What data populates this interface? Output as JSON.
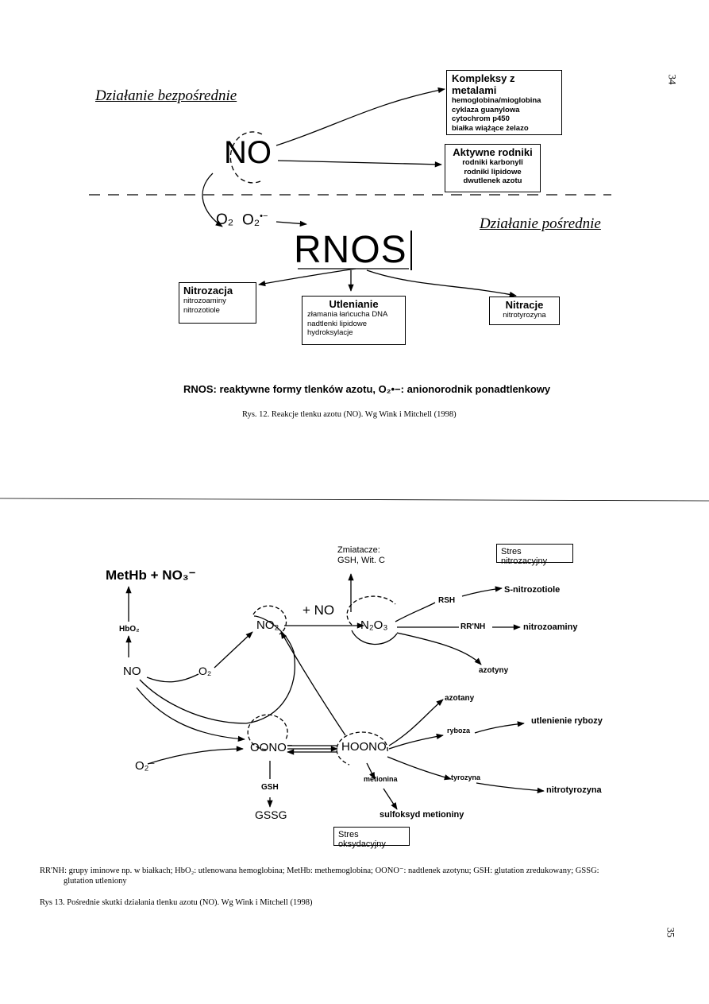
{
  "page_numbers": {
    "top": "34",
    "bottom": "35"
  },
  "fig12": {
    "direct_heading": "Działanie bezpośrednie",
    "indirect_heading": "Działanie pośrednie",
    "no": "NO",
    "o2": "O₂",
    "o2_radical": "O₂",
    "o2_radical_sup": "•−",
    "rnos": "RNOS",
    "box_complexes": {
      "title": "Kompleksy z metalami",
      "lines": [
        "hemoglobina/mioglobina",
        "cyklaza guanylowa",
        "cytochrom p450",
        "białka wiążące żelazo"
      ]
    },
    "box_radicals": {
      "title": "Aktywne rodniki",
      "lines": [
        "rodniki karbonylî",
        "rodniki lipidowe",
        "dwutlenek azotu"
      ]
    },
    "box_nitrosation": {
      "title": "Nitrozacja",
      "lines": [
        "nitrozoaminy",
        "nitrozotiole"
      ]
    },
    "box_oxidation": {
      "title": "Utlenianie",
      "lines": [
        "złamania łańcucha DNA",
        "nadtlenki lipidowe",
        "hydroksylacje"
      ]
    },
    "box_nitration": {
      "title": "Nitracje",
      "lines": [
        "nitrotyrozyna"
      ]
    },
    "legend": "RNOS: reaktywne formy tlenków azotu, O₂•−: anionorodnik ponadtlenkowy",
    "caption": "Rys. 12. Reakcje tlenku azotu (NO). Wg Wink i Mitchell (1998)"
  },
  "fig13": {
    "methb": "MetHb + NO₃⁻",
    "hbo2": "HbO₂",
    "no": "NO",
    "o2": "O₂",
    "no2": "NO₂",
    "plus_no": "+ NO",
    "n2o3": "N₂O₃",
    "scavengers_1": "Zmiatacze:",
    "scavengers_2": "GSH, Wit. C",
    "stress_nitrosative": "Stres nitrozacyjny",
    "rsh": "RSH",
    "s_nitrosothiol": "S-nitrozotiole",
    "rrnh": "RR'NH",
    "nitrosamines": "nitrozoaminy",
    "nitrites": "azotyny",
    "nitrates": "azotany",
    "ribose": "ryboza",
    "ribose_oxidation": "utlenienie rybozy",
    "superoxide": "O₂⁻",
    "oono": "OONO⁻",
    "hoono": "HOONO",
    "gsh": "GSH",
    "gssg": "GSSG",
    "methionine": "metionina",
    "tyrosine": "tyrozyna",
    "nitrotyrosine": "nitrotyrozyna",
    "methionine_sulfoxide": "sulfoksyd metioniny",
    "stress_oxidative": "Stres oksydacyjny",
    "legend_1": "RR'NH: grupy iminowe np. w białkach; HbO₂: utlenowana hemoglobina; MetHb: methemoglobina; OONO⁻:  nadtlenek azotynu; GSH: glutation zredukowany; GSSG:",
    "legend_2": "glutation utleniony",
    "caption": "Rys 13. Pośrednie skutki działania tlenku azotu (NO). Wg Wink i Mitchell (1998)"
  }
}
